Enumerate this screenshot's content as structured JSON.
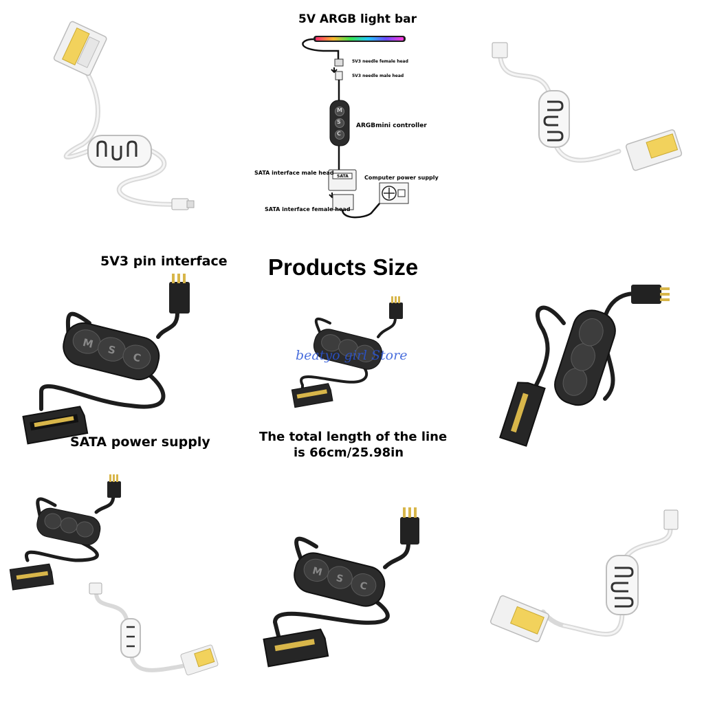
{
  "diagram": {
    "light_bar_title": "5V ARGB light bar",
    "female_head": "5V3 needle female head",
    "male_head": "5V3 needle male head",
    "controller": "ARGBmini controller",
    "sata_male": "SATA interface male head",
    "sata_female": "SATA interface female head",
    "power_supply": "Computer power supply",
    "sata_plate": "SATA",
    "buttons": [
      "M",
      "S",
      "C"
    ]
  },
  "product": {
    "title": "Products Size",
    "pin_interface": "5V3 pin interface",
    "sata_power": "SATA power supply",
    "length_line1": "The total length of the line",
    "length_line2": "is 66cm/25.98in",
    "watermark": "beatyo girl Store"
  },
  "colors": {
    "controller_black": "#2b2b2b",
    "cable_white": "#e9e9e9",
    "connector_yellow": "#f2d25c",
    "watermark_blue": "#2a55d6"
  }
}
